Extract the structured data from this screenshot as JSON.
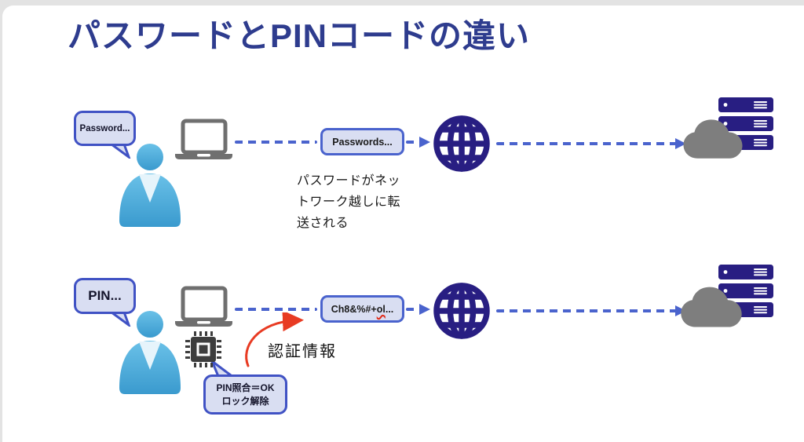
{
  "title": "パスワードとPINコードの違い",
  "password_flow": {
    "user_says": "Password...",
    "packet_label": "Passwords...",
    "caption": "パスワードがネッ\nトワーク越しに転\n送される"
  },
  "pin_flow": {
    "user_says": "PIN...",
    "packet_prefix": "Ch8&%#+",
    "packet_misspelled": "ol",
    "packet_suffix": "...",
    "annotation": "認証情報",
    "chip_bubble": "PIN照合＝OK\nロック解除"
  },
  "icons": [
    "person-icon",
    "laptop-icon",
    "chip-icon",
    "globe-icon",
    "cloud-icon",
    "server-stack-icon",
    "speech-bubble",
    "dashed-arrow",
    "red-curved-arrow"
  ],
  "colors": {
    "title": "#2e3c8e",
    "connector": "#4a63cd",
    "bubble_border": "#4052c4",
    "bubble_fill": "#d9def2",
    "dark_icon": "#281e82",
    "cloud": "#7e7e7e",
    "laptop": "#6f6f6f",
    "chip": "#3d3d3d",
    "red_arrow": "#e83b23"
  }
}
